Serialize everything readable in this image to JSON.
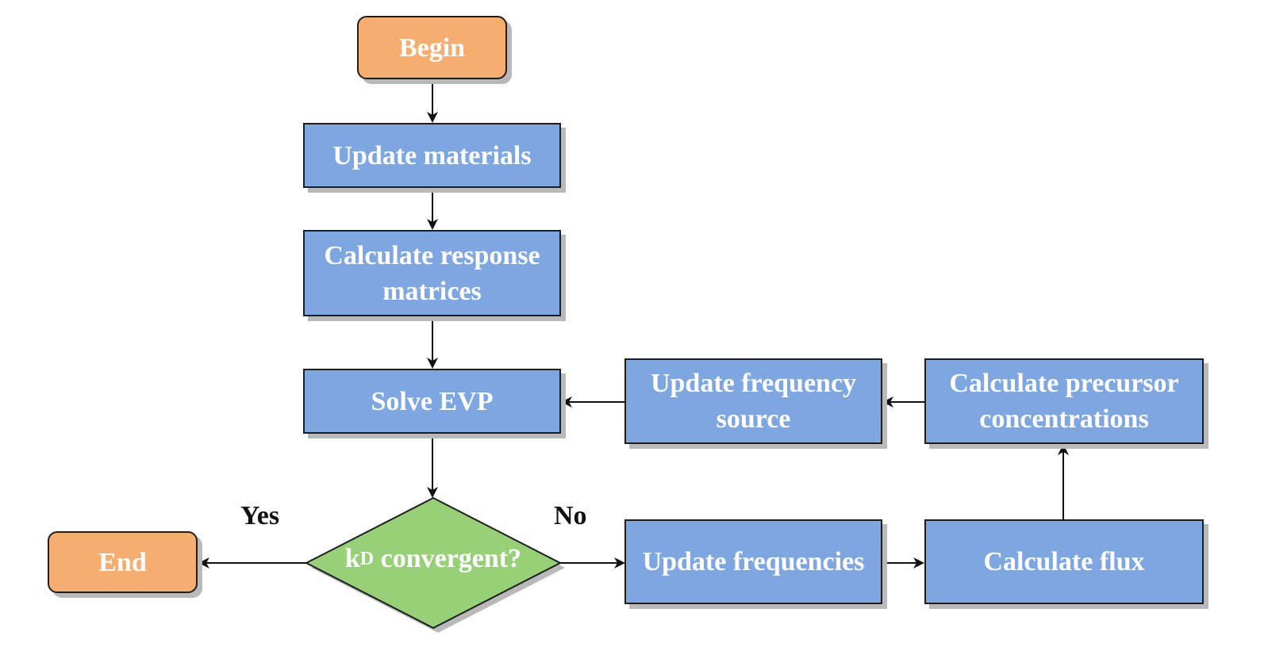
{
  "nodes": {
    "begin": "Begin",
    "update_materials": "Update materials",
    "calculate_response": [
      "Calculate response",
      "matrices"
    ],
    "solve_evp": "Solve EVP",
    "decision": {
      "k": "k",
      "sub": "D",
      "rest": " convergent?"
    },
    "end": "End",
    "update_frequencies": "Update frequencies",
    "calculate_flux": "Calculate flux",
    "calculate_precursor": [
      "Calculate precursor",
      "concentrations"
    ],
    "update_frequency_source": [
      "Update frequency",
      "source"
    ]
  },
  "edge_labels": {
    "yes": "Yes",
    "no": "No"
  },
  "colors": {
    "process_fill": "#7ea6e0",
    "terminal_fill": "#f5ad70",
    "decision_fill": "#97d077",
    "stroke": "#1e1e1e",
    "shadow": "#b9b9b9"
  }
}
